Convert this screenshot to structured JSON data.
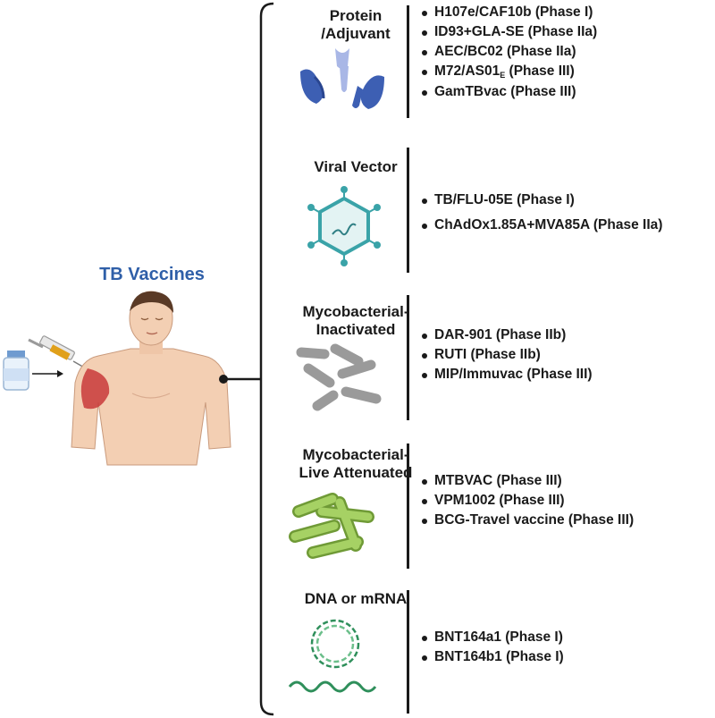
{
  "title": "TB Vaccines",
  "categories": [
    {
      "title_lines": [
        "Protein",
        "/Adjuvant"
      ],
      "icon": "protein-icon",
      "vaccines": [
        {
          "name": "H107e/CAF10b (Phase I)"
        },
        {
          "name": "ID93+GLA-SE (Phase IIa)"
        },
        {
          "name": "AEC/BC02 (Phase IIa)"
        },
        {
          "name": "M72/AS01",
          "sub": "E",
          "suffix": " (Phase III)"
        },
        {
          "name": "GamTBvac (Phase III)"
        }
      ]
    },
    {
      "title_lines": [
        "Viral Vector"
      ],
      "icon": "virus-icon",
      "vaccines": [
        {
          "name": "TB/FLU-05E (Phase I)"
        },
        {
          "name": "ChAdOx1.85A+MVA85A (Phase IIa)"
        }
      ]
    },
    {
      "title_lines": [
        "Mycobacterial-",
        "Inactivated"
      ],
      "icon": "inactivated-bacteria-icon",
      "vaccines": [
        {
          "name": "DAR-901 (Phase IIb)"
        },
        {
          "name": "RUTI (Phase IIb)"
        },
        {
          "name": "MIP/Immuvac (Phase III)"
        }
      ]
    },
    {
      "title_lines": [
        "Mycobacterial-",
        "Live Attenuated"
      ],
      "icon": "live-bacteria-icon",
      "vaccines": [
        {
          "name": "MTBVAC (Phase III)"
        },
        {
          "name": "VPM1002 (Phase III)"
        },
        {
          "name": "BCG-Travel vaccine (Phase III)"
        }
      ]
    },
    {
      "title_lines": [
        "DNA or mRNA"
      ],
      "icon": "dna-mrna-icon",
      "vaccines": [
        {
          "name": "BNT164a1 (Phase I)"
        },
        {
          "name": "BNT164b1 (Phase I)"
        }
      ]
    }
  ],
  "colors": {
    "title": "#2f5fa8",
    "protein": "#3d5fb3",
    "protein_light": "#a9b7e6",
    "virus": "#3aa3a8",
    "inactivated": "#9a9a9a",
    "live": "#8cbf4a",
    "dna": "#2f8f5b",
    "line": "#1a1a1a"
  }
}
